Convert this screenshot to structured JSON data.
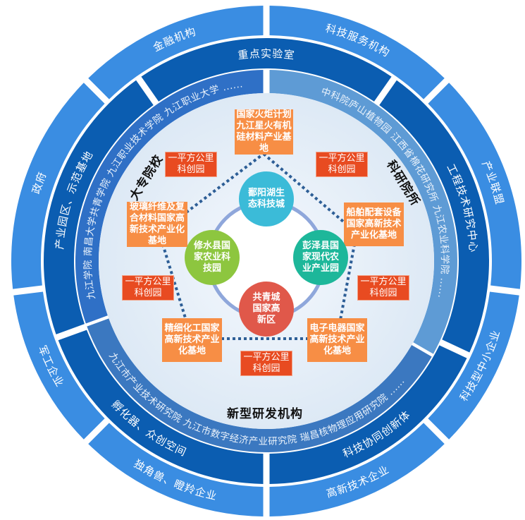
{
  "outer_ring": [
    {
      "label": "科技服务机构"
    },
    {
      "label": "产业联盟"
    },
    {
      "label": "科技型中小企业"
    },
    {
      "label": "高新技术企业"
    },
    {
      "label": "独角兽、瞪羚企业"
    },
    {
      "label": "军工企业"
    },
    {
      "label": "政府"
    },
    {
      "label": "金融机构"
    }
  ],
  "middle_ring": [
    {
      "label": "重点实验室"
    },
    {
      "label": "工程技术研究中心"
    },
    {
      "label": "科技协同创新体"
    },
    {
      "label": "孵化器、众创空间"
    },
    {
      "label": "产业园区、示范基地"
    }
  ],
  "inner_ring": [
    {
      "category": "大专院校",
      "members": "九江学院  南昌大学共青学院  九江职业技术学院  九江职业大学  ......"
    },
    {
      "category": "科研院所",
      "members": "中科院庐山植物园  江西省棉花研究所  九江农业科学院  ......"
    },
    {
      "category": "新型研发机构",
      "members": "九江市产业技术研究院  九江市数字经济产业研究院  瑞昌核物理应用研究院  ......"
    }
  ],
  "bases": [
    "国家火炬计划九江星火有机硅材料产业基地",
    "船舶配套设备国家高新技术产业化基地",
    "电子电器国家高新技术产业化基地",
    "精细化工国家高新技术产业化基地",
    "玻璃纤维及复合材料国家高新技术产业化基地"
  ],
  "parks_label": "一平方公里科创园",
  "core_zones": [
    "鄱阳湖生态科技城",
    "彭泽县国家现代农业产业园",
    "共青城国家高新区",
    "修水县国家农业科技园"
  ],
  "colors": {
    "outer": "#3a8de2",
    "middle": "#0b5db1",
    "inner": [
      "#2f70c6",
      "#5e9bd5",
      "#3b78c0"
    ],
    "disc": "#dde9f5",
    "orange": "#f78e45",
    "red": "#e84b21",
    "zones": [
      "#3bbbd8",
      "#1db79a",
      "#e0584a",
      "#8dc63f"
    ]
  }
}
